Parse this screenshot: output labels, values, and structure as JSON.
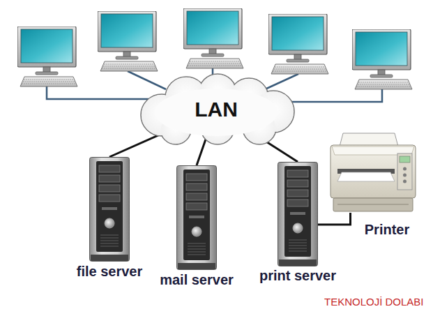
{
  "diagram": {
    "nodes": [
      {
        "text": [
          "LAN"
        ]
      },
      {
        "text": [
          "file server"
        ]
      },
      {
        "text": [
          "mail server"
        ]
      },
      {
        "text": [
          "print server"
        ]
      },
      {
        "text": [
          "Printer"
        ]
      }
    ],
    "edges": [
      {
        "from": 0,
        "to": 1,
        "arrow": "none"
      },
      {
        "from": 0,
        "to": 2,
        "arrow": "none"
      },
      {
        "from": 0,
        "to": 3,
        "arrow": "none"
      },
      {
        "from": 3,
        "to": 4,
        "arrow": "none"
      }
    ],
    "labels": [
      "TEKNOLOJİ DOLABI"
    ]
  }
}
